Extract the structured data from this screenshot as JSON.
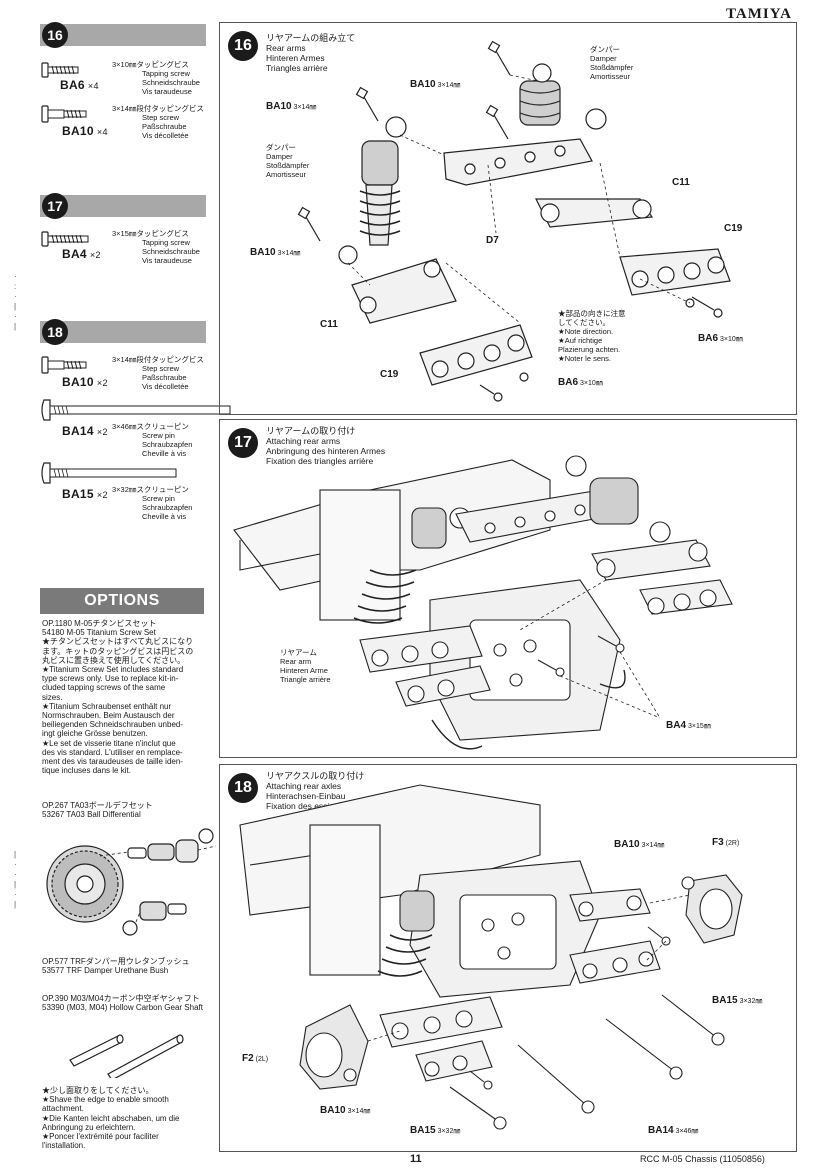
{
  "header": {
    "brand": "TAMIYA"
  },
  "left": {
    "sec16": {
      "num": "16",
      "parts": [
        {
          "code": "BA6",
          "qty": "×4",
          "jp": "3×10㎜タッピングビス",
          "en": "Tapping screw",
          "de": "Schneidschraube",
          "fr": "Vis taraudeuse"
        },
        {
          "code": "BA10",
          "qty": "×4",
          "jp": "3×14㎜段付タッピングビス",
          "en": "Step screw",
          "de": "Paßschraube",
          "fr": "Vis décolletée"
        }
      ]
    },
    "sec17": {
      "num": "17",
      "parts": [
        {
          "code": "BA4",
          "qty": "×2",
          "jp": "3×15㎜タッピングビス",
          "en": "Tapping screw",
          "de": "Schneidschraube",
          "fr": "Vis taraudeuse"
        }
      ]
    },
    "sec18": {
      "num": "18",
      "parts": [
        {
          "code": "BA10",
          "qty": "×2",
          "jp": "3×14㎜段付タッピングビス",
          "en": "Step screw",
          "de": "Paßschraube",
          "fr": "Vis décolletée"
        },
        {
          "code": "BA14",
          "qty": "×2",
          "jp": "3×46㎜スクリューピン",
          "en": "Screw pin",
          "de": "Schraubzapfen",
          "fr": "Cheville à vis"
        },
        {
          "code": "BA15",
          "qty": "×2",
          "jp": "3×32㎜スクリューピン",
          "en": "Screw pin",
          "de": "Schraubzapfen",
          "fr": "Cheville à vis"
        }
      ]
    },
    "options": {
      "heading": "OPTIONS",
      "item1": {
        "lines": [
          "OP.1180 M-05チタンビスセット",
          "54180 M-05 Titanium Screw Set",
          "★チタンビスセットはすべて丸ビスになり",
          "ます。キットのタッピングビスは円ビスの",
          "丸ビスに置き換えて使用してください。",
          "★Titanium Screw Set includes standard",
          "type screws only. Use to replace kit-in-",
          "cluded tapping screws of the same",
          "sizes.",
          "★Titanium Schraubenset enthält nur",
          "Normschrauben. Beim Austausch der",
          "beiliegenden Schneidschrauben unbed-",
          "ingt gleiche Grösse benutzen.",
          "★Le set de visserie titane n'inclut que",
          "des vis standard. L'utiliser en remplace-",
          "ment des vis taraudeuses de taille iden-",
          "tique incluses dans le kit."
        ]
      },
      "item2": {
        "title_jp": "OP.267 TA03ボールデフセット",
        "title_en": "53267 TA03 Ball Differential",
        "caption_jp": "OP.577 TRFダンパー用ウレタンブッシュ",
        "caption_en": "53577 TRF Damper Urethane Bush"
      },
      "item3": {
        "title_jp": "OP.390 M03/M04カーボン中空ギヤシャフト",
        "title_en": "53390 (M03, M04) Hollow Carbon Gear Shaft",
        "lines": [
          "★少し面取りをしてください。",
          "★Shave the edge to enable smooth",
          "attachment.",
          "★Die Kanten leicht abschaben, um die",
          "Anbringung zu erleichtern.",
          "★Poncer l'extrémité pour faciliter",
          "l'installation."
        ]
      }
    }
  },
  "steps": {
    "s16": {
      "num": "16",
      "title_jp": "リヤアームの組み立て",
      "title_en": "Rear arms",
      "title_de": "Hinteren Armes",
      "title_fr": "Triangles arrière",
      "damper": {
        "jp": "ダンパー",
        "en": "Damper",
        "de": "Stoßdämpfer",
        "fr": "Amortisseur"
      },
      "labels": {
        "ba10": "BA10",
        "ba10_size": "3×14㎜",
        "ba6": "BA6",
        "ba6_size": "3×10㎜",
        "d7": "D7",
        "c11": "C11",
        "c19": "C19"
      },
      "note": {
        "jp1": "★部品の向きに注意",
        "jp2": "してください。",
        "en": "★Note direction.",
        "de1": "★Auf richtige",
        "de2": "Plazierung achten.",
        "fr": "★Noter le sens."
      }
    },
    "s17": {
      "num": "17",
      "title_jp": "リヤアームの取り付け",
      "title_en": "Attaching rear arms",
      "title_de": "Anbringung des hinteren Armes",
      "title_fr": "Fixation des triangles arrière",
      "arm": {
        "jp": "リヤアーム",
        "en": "Rear arm",
        "de": "Hinteren Arme",
        "fr": "Triangle arrière"
      },
      "labels": {
        "ba4": "BA4",
        "ba4_size": "3×15㎜"
      }
    },
    "s18": {
      "num": "18",
      "title_jp": "リヤアクスルの取り付け",
      "title_en": "Attaching rear axles",
      "title_de": "Hinterachsen-Einbau",
      "title_fr": "Fixation des essieux arrière",
      "labels": {
        "ba10": "BA10",
        "ba10_size": "3×14㎜",
        "f3": "F3",
        "f3_side": "(2R)",
        "f2": "F2",
        "f2_side": "(2L)",
        "ba15": "BA15",
        "ba15_size": "3×32㎜",
        "ba14": "BA14",
        "ba14_size": "3×46㎜"
      }
    }
  },
  "footer": {
    "page": "11",
    "doc": "RCC M-05 Chassis (11050856)"
  }
}
